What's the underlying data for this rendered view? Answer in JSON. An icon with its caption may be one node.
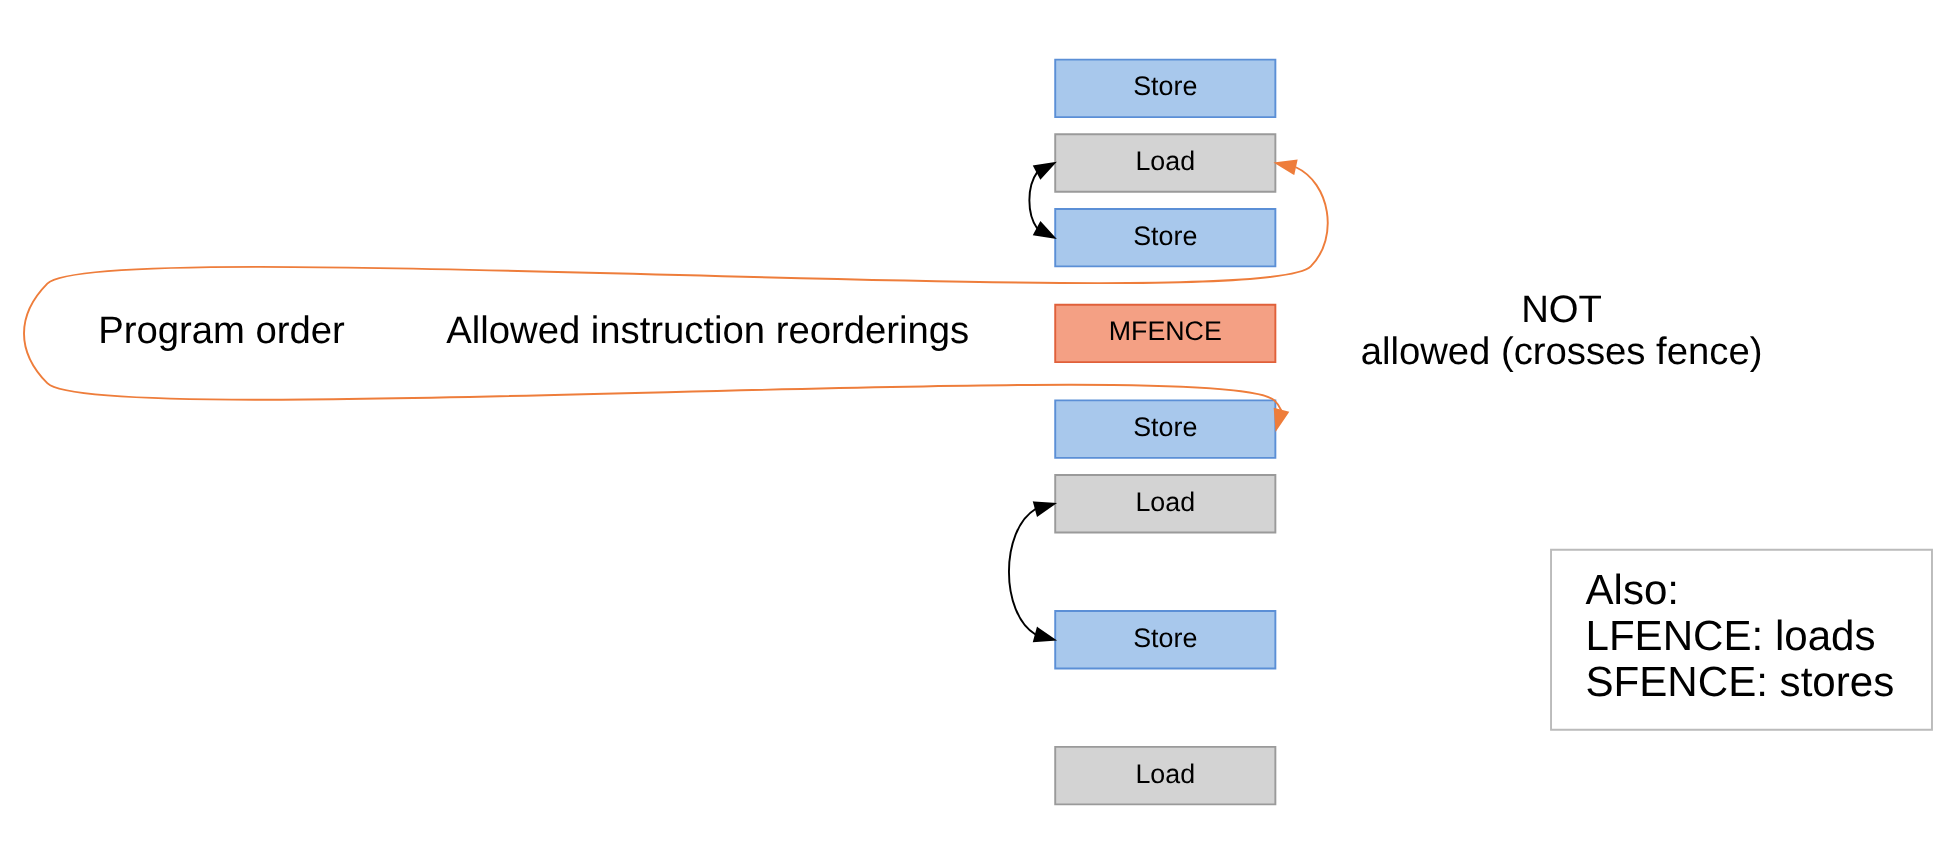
{
  "diagram": {
    "nodes": [
      {
        "text": [
          "Store"
        ]
      },
      {
        "text": [
          "Load"
        ]
      },
      {
        "text": [
          "Store"
        ]
      },
      {
        "text": [
          "MFENCE"
        ]
      },
      {
        "text": [
          "Store"
        ]
      },
      {
        "text": [
          "Load"
        ]
      },
      {
        "text": [
          "Store"
        ]
      },
      {
        "text": [
          "Load"
        ]
      },
      {
        "text": [
          "Also:",
          "LFENCE: loads",
          "SFENCE: stores"
        ]
      }
    ],
    "edges": [
      {
        "from": 1,
        "to": 2,
        "arrow": "both"
      },
      {
        "from": 1,
        "to": 4,
        "arrow": "both",
        "color": "#ee7d3b"
      },
      {
        "from": 5,
        "to": 6,
        "arrow": "both"
      }
    ],
    "labels": [
      "Program order",
      "Allowed instruction reorderings",
      "NOT allowed (crosses fence)"
    ]
  }
}
